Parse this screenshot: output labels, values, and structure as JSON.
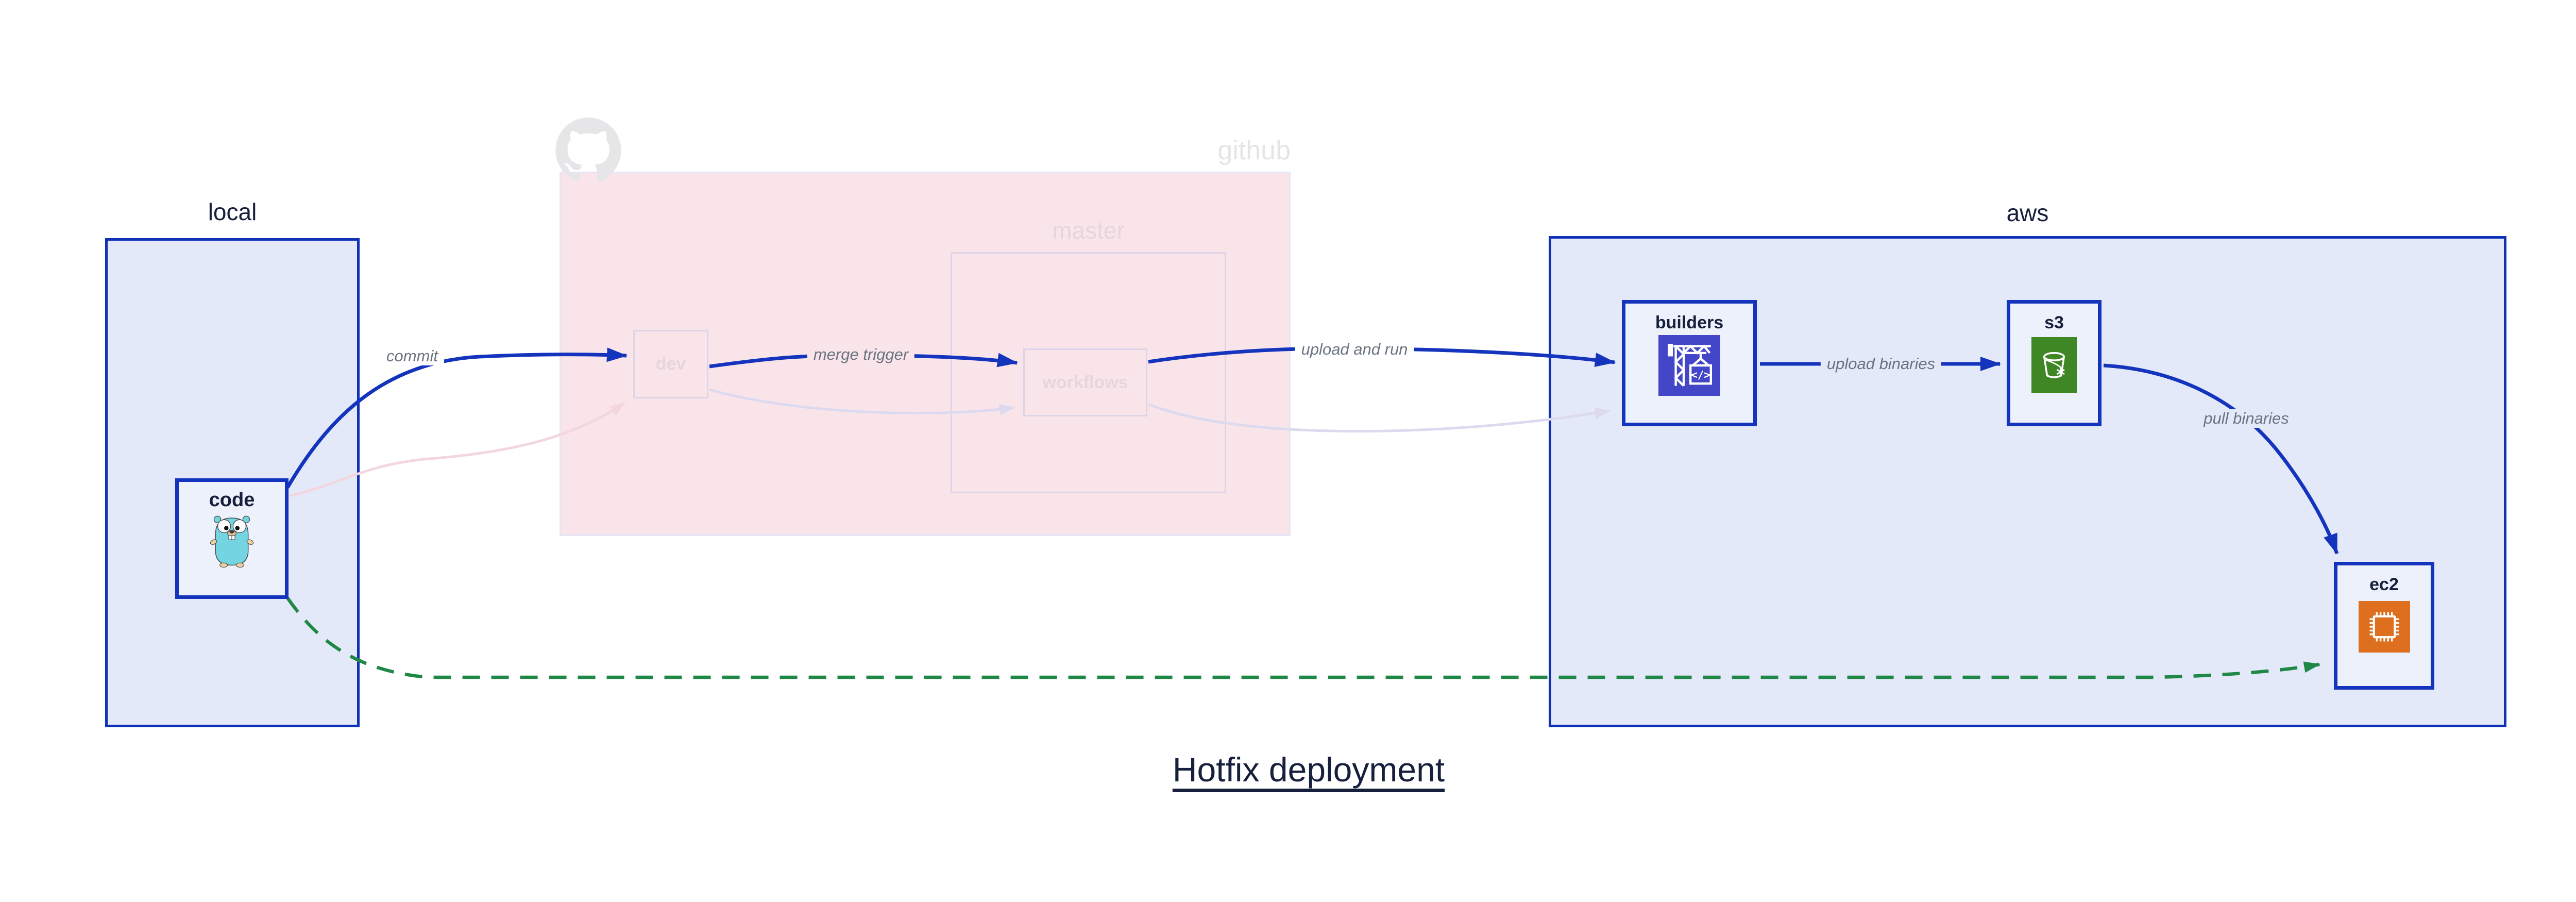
{
  "title": {
    "text": "Hotfix deployment"
  },
  "groups": {
    "local": {
      "label": "local",
      "nodes": {
        "code": {
          "label": "code",
          "icon": "go-gopher-icon"
        }
      }
    },
    "github": {
      "label": "github",
      "icon": "octocat-icon",
      "branches": {
        "dev": {
          "label": "dev"
        },
        "master": {
          "label": "master",
          "nodes": {
            "workflows": {
              "label": "workflows"
            }
          }
        }
      }
    },
    "aws": {
      "label": "aws",
      "nodes": {
        "builders": {
          "label": "builders",
          "icon": "codebuild-crane-icon"
        },
        "s3": {
          "label": "s3",
          "icon": "s3-glacier-bucket-icon"
        },
        "ec2": {
          "label": "ec2",
          "icon": "ec2-chip-icon"
        }
      }
    }
  },
  "edges": {
    "commit": {
      "label": "commit"
    },
    "merge_trigger": {
      "label": "merge trigger"
    },
    "upload_and_run": {
      "label": "upload and run"
    },
    "upload_binaries": {
      "label": "upload binaries"
    },
    "pull_binaries": {
      "label": "pull binaries"
    }
  },
  "colors": {
    "blue": "#1434bd",
    "blue-border": "#1030b6",
    "group-fill": "#e3e9f9",
    "node-fill": "#edf1fb",
    "pink": "#f9e4ea",
    "pink-border": "#e4e6f5",
    "faded-border": "#dcd4e7",
    "faded-text": "#e6d5df",
    "ghost-pink": "#f3d6de",
    "ghost-lavender": "#dddaf0",
    "green": "#1f8846",
    "label-gray": "#6a7380",
    "navy": "#161f3c",
    "github-gray": "#e5e5e7",
    "codebuild-indigo": "#4446c8",
    "s3-green": "#3f8624",
    "ec2-orange": "#dd6f1e"
  }
}
